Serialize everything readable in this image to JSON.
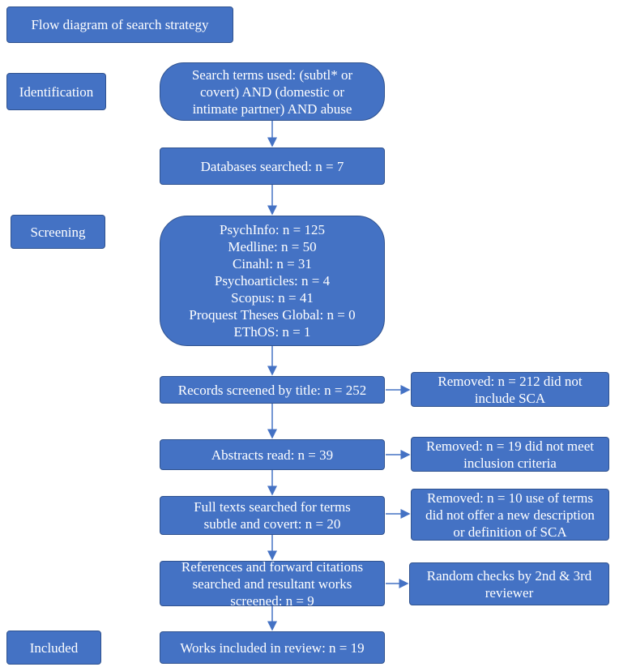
{
  "title": "Flow diagram of search strategy",
  "stages": {
    "identification": "Identification",
    "screening": "Screening",
    "included": "Included"
  },
  "steps": {
    "search_terms": [
      "Search terms used: (subtl* or",
      "covert) AND (domestic or",
      "intimate partner) AND abuse"
    ],
    "databases": [
      "Databases searched: n = 7"
    ],
    "database_counts": [
      "PsychInfo: n = 125",
      "Medline: n = 50",
      "Cinahl: n = 31",
      "Psychoarticles: n = 4",
      "Scopus: n = 41",
      "Proquest Theses Global: n = 0",
      "EThOS: n = 1"
    ],
    "title_screen": [
      "Records screened by title: n = 252"
    ],
    "abstracts": [
      "Abstracts read: n = 39"
    ],
    "full_texts": [
      "Full texts searched for terms",
      "subtle and covert: n = 20"
    ],
    "references": [
      "References and forward citations",
      "searched and resultant works",
      "screened: n = 9"
    ],
    "included": [
      "Works included in review: n = 19"
    ]
  },
  "removed": {
    "title": [
      "Removed: n = 212 did not",
      "include SCA"
    ],
    "abstracts": [
      "Removed: n = 19 did not meet",
      "inclusion criteria"
    ],
    "full_texts": [
      "Removed: n = 10 use of terms",
      "did not offer a new description",
      "or definition of SCA"
    ],
    "checks": [
      "Random checks by 2nd & 3rd",
      "reviewer"
    ]
  },
  "colors": {
    "box_fill": "#4472c4",
    "box_border": "#2f528f",
    "arrow": "#4472c4",
    "text": "#ffffff"
  }
}
